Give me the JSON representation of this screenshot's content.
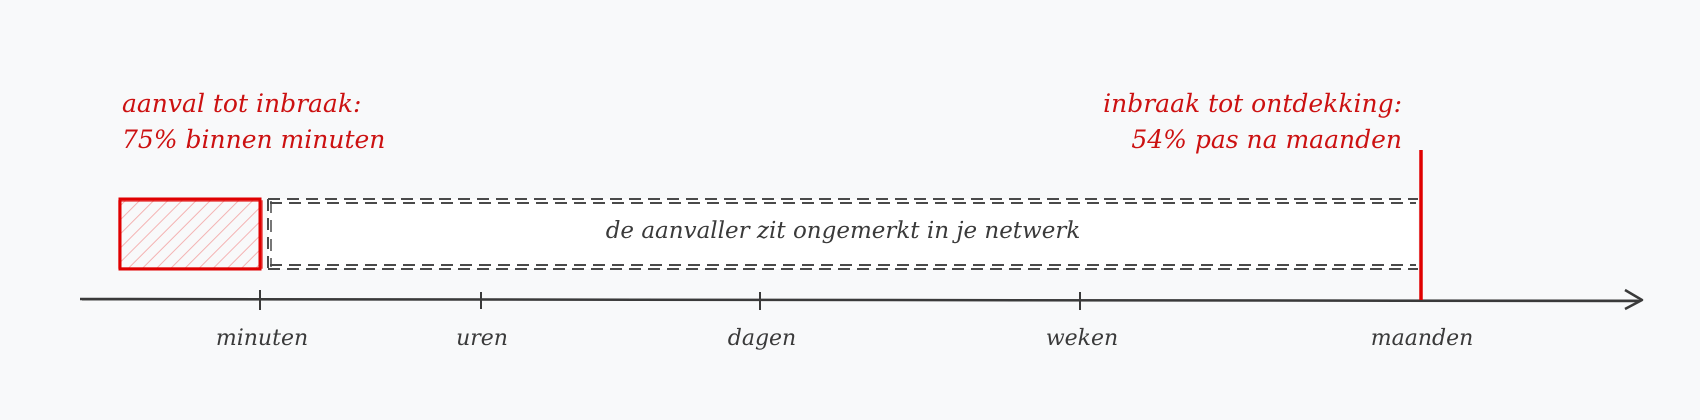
{
  "callouts": {
    "attack_to_breach": {
      "title": "aanval tot inbraak:",
      "detail": "75% binnen minuten"
    },
    "breach_to_detection": {
      "title": "inbraak tot ontdekking:",
      "detail": "54% pas na maanden"
    }
  },
  "dwell_label": "de aanvaller zit ongemerkt in je netwerk",
  "timeline": {
    "ticks": [
      "minuten",
      "uren",
      "dagen",
      "weken",
      "maanden"
    ]
  },
  "colors": {
    "accent": "#e00000",
    "accent_text": "#cc1111",
    "ink": "#3a3a3a",
    "background": "#f8f9fa"
  }
}
